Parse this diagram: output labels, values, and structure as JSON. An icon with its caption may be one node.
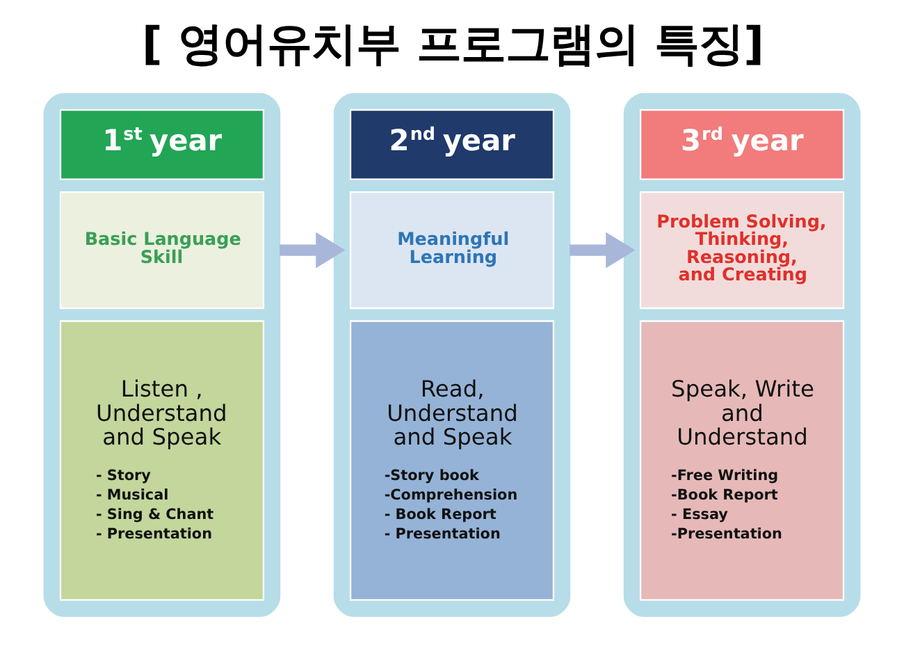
{
  "diagram": {
    "title": "[ 영어유치부 프로그램의 특징]",
    "nodes": [
      {
        "text": [],
        "shape": "box"
      },
      {
        "text": [
          "1$^{st}$ year"
        ],
        "in": 0
      },
      {
        "text": [
          "Basic Language Skill"
        ],
        "in": 0
      },
      {
        "text": [
          "Listen , Understand and Speak",
          "- Story",
          "- Musical",
          "- Sing & Chant",
          "- Presentation"
        ],
        "in": 0
      },
      {
        "text": [],
        "shape": "box"
      },
      {
        "text": [
          "2$^{nd}$ year"
        ],
        "in": 4
      },
      {
        "text": [
          "Meaningful Learning"
        ],
        "in": 4
      },
      {
        "text": [
          "Read, Understand and Speak",
          "-Story book",
          "-Comprehension",
          "- Book Report",
          "- Presentation"
        ],
        "in": 4
      },
      {
        "text": [],
        "shape": "box"
      },
      {
        "text": [
          "3$^{rd}$ year"
        ],
        "in": 8
      },
      {
        "text": [
          "Problem Solving, Thinking, Reasoning, and Creating"
        ],
        "in": 8
      },
      {
        "text": [
          "Speak, Write and Understand",
          "-Free Writing",
          "-Book Report",
          "- Essay",
          "-Presentation"
        ],
        "in": 8
      }
    ],
    "edges": [
      {
        "from": 0,
        "to": 4,
        "arrow": "to"
      },
      {
        "from": 4,
        "to": 8,
        "arrow": "to"
      }
    ]
  }
}
